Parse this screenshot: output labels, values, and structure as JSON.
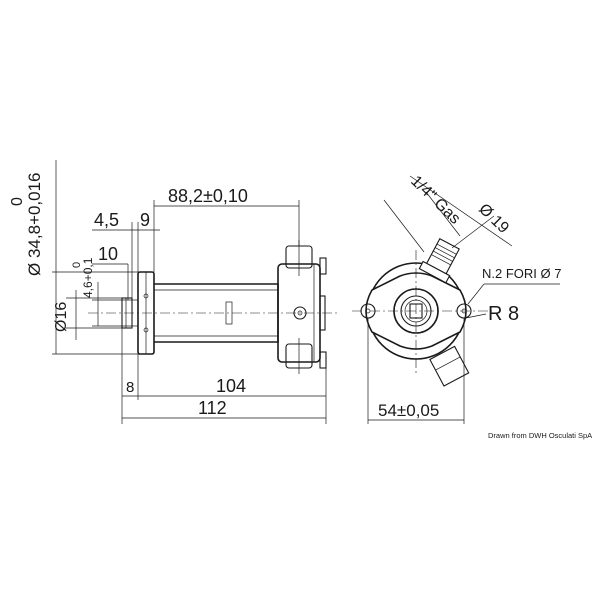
{
  "dimensions": {
    "shaft_dia": "Ø 34,8+0,016",
    "shaft_tol_top": "0",
    "bore_dia": "Ø16",
    "key_width": "4,6+0,1",
    "key_tol": "0",
    "key_depth": "10",
    "flange_thk": "4,5",
    "flange_width": "9",
    "port_offset": "88,2±0,10",
    "offset_8": "8",
    "length_104": "104",
    "length_112": "112",
    "thread_gas": "1/4\" Gas",
    "thread_dia": "Ø 19",
    "holes": "N.2 FORI Ø 7",
    "radius": "R 8",
    "hole_spacing": "54±0,05"
  },
  "credit": "Drawn from DWH Osculati SpA"
}
